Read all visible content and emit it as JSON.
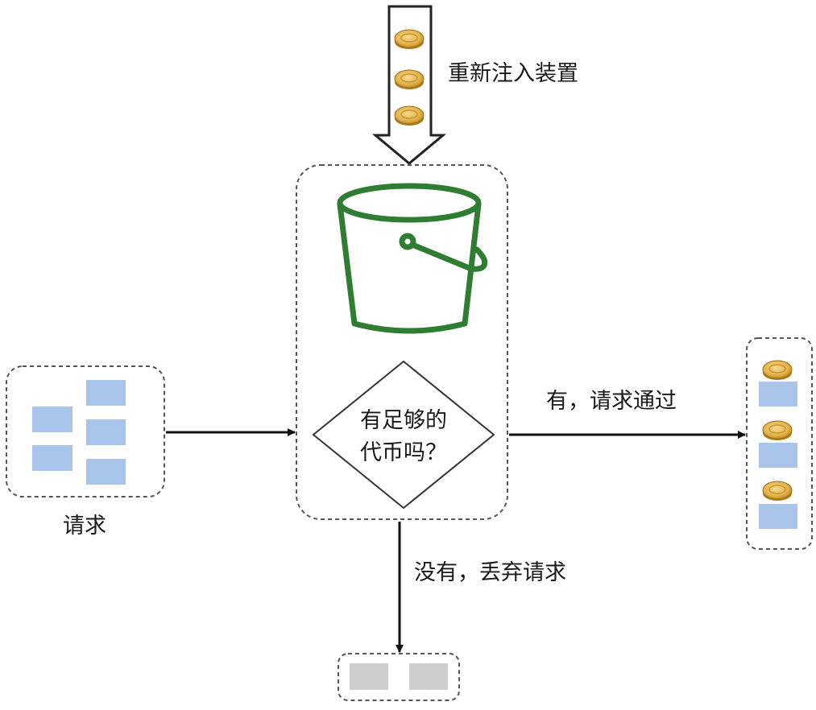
{
  "labels": {
    "refill_device": "重新注入装置",
    "requests": "请求",
    "decision": "有足够的\n代币吗？",
    "pass": "有，请求通过",
    "drop": "没有，丢弃请求"
  },
  "colors": {
    "bucket": "#2e7d32",
    "request_block": "#a9c4ea",
    "dropped_block": "#cfcfcf",
    "coin": "#e3b34a",
    "coin_edge": "#b07f1f",
    "border_dashed": "#555555",
    "arrow": "#111111"
  },
  "icons": {
    "bucket": "bucket-icon",
    "coin": "coin-icon"
  }
}
